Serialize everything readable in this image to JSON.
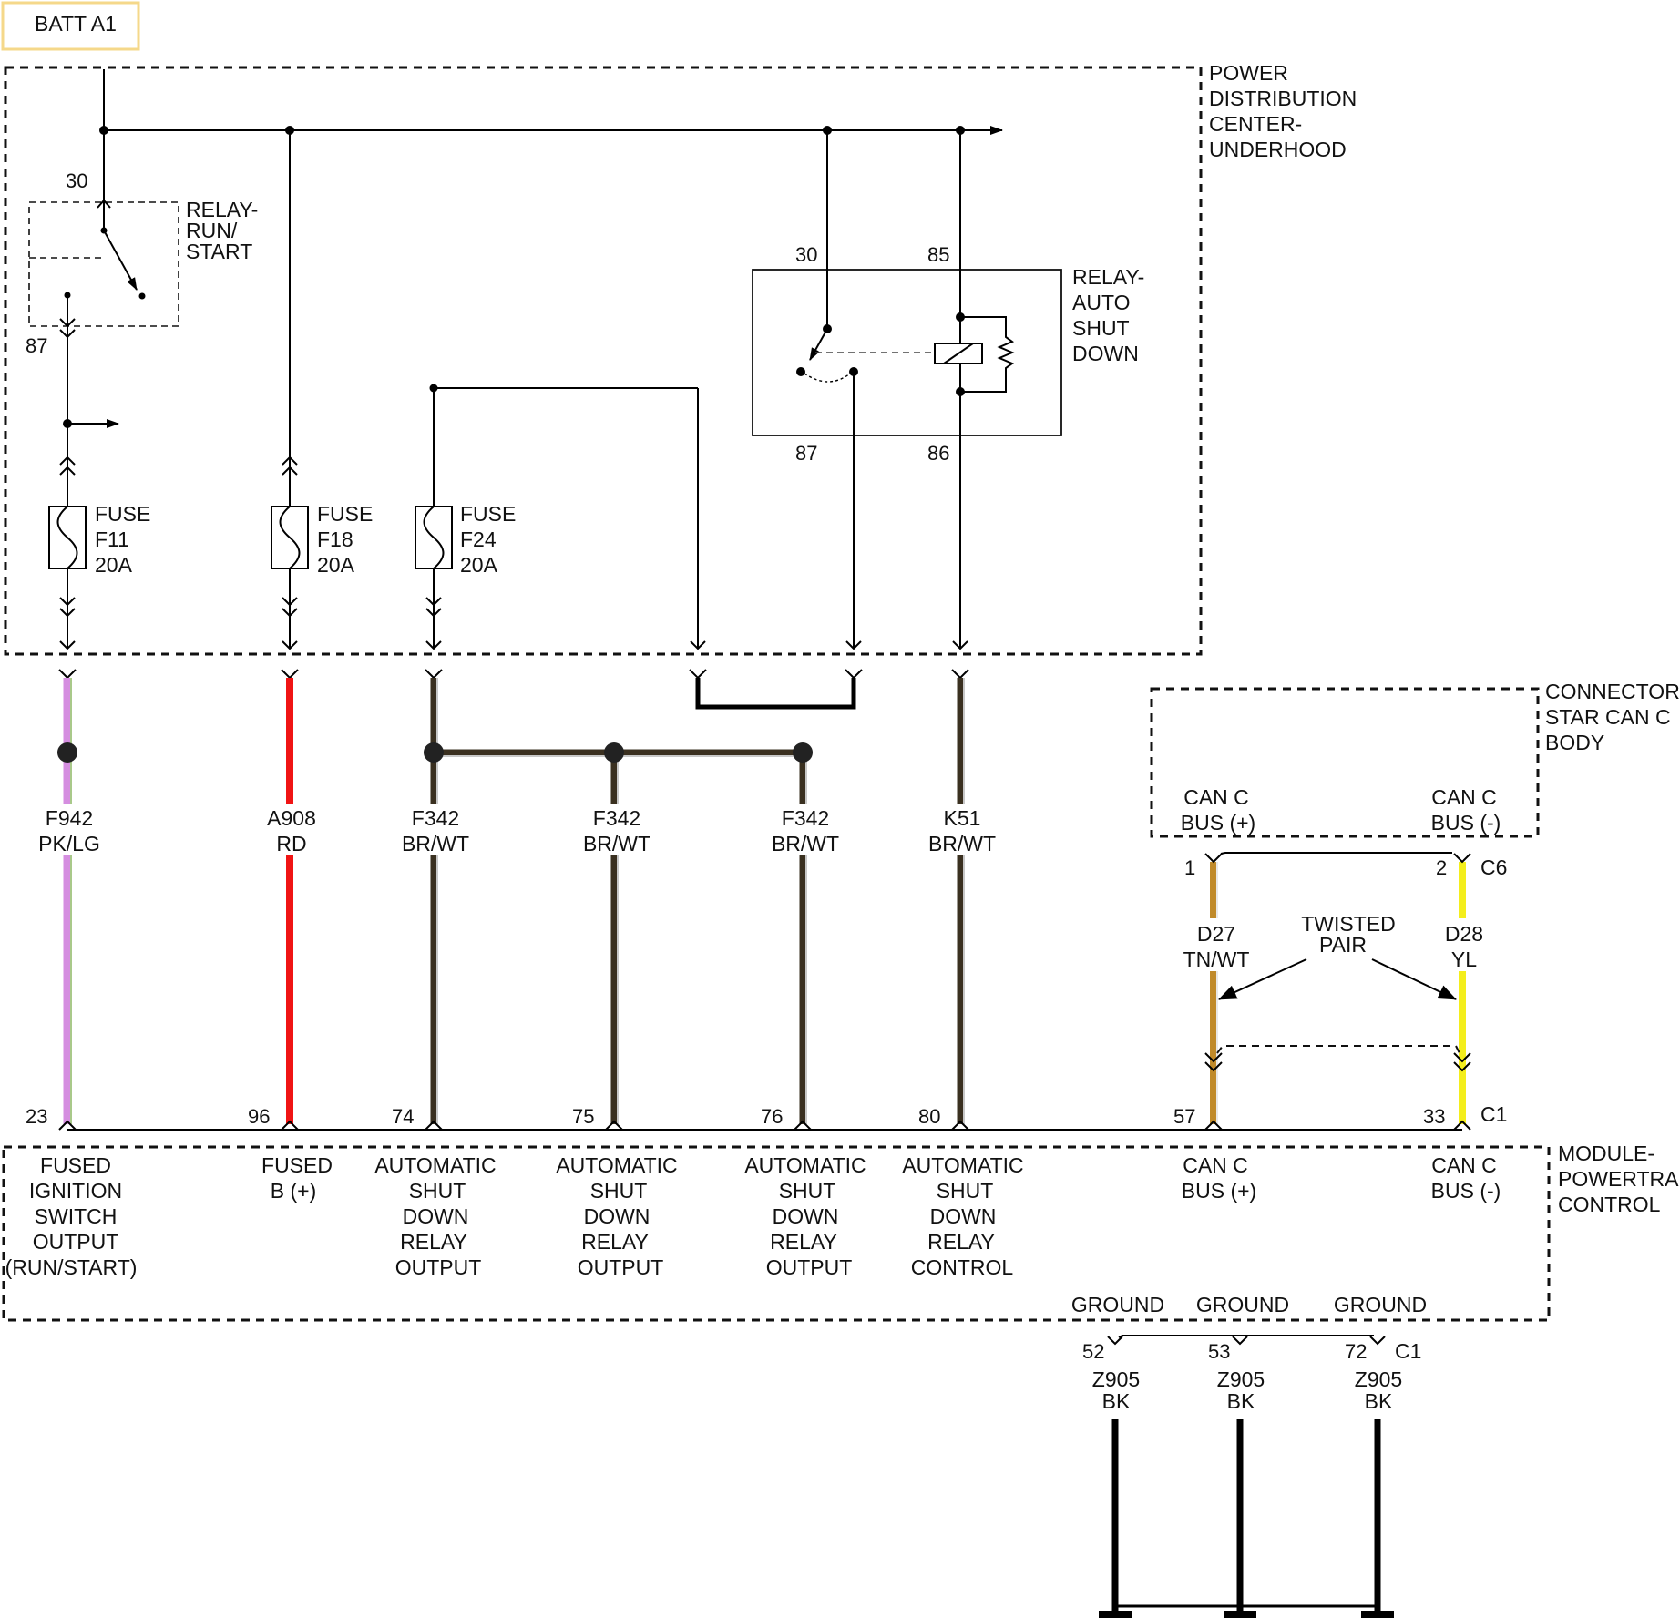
{
  "batt_label": "BATT A1",
  "pdc": {
    "label": [
      "POWER",
      "DISTRIBUTION",
      "CENTER-",
      "UNDERHOOD"
    ]
  },
  "relay_run_start": {
    "label": [
      "RELAY-",
      "RUN/",
      "START"
    ],
    "pin_top": "30",
    "pin_bottom": "87"
  },
  "relay_asd": {
    "label": [
      "RELAY-",
      "AUTO",
      "SHUT",
      "DOWN"
    ],
    "pin_30": "30",
    "pin_85": "85",
    "pin_87": "87",
    "pin_86": "86"
  },
  "fuses": [
    {
      "lines": [
        "FUSE",
        "F11",
        "20A"
      ]
    },
    {
      "lines": [
        "FUSE",
        "F18",
        "20A"
      ]
    },
    {
      "lines": [
        "FUSE",
        "F24",
        "20A"
      ]
    }
  ],
  "wires": [
    {
      "circuit": "F942",
      "color_code": "PK/LG",
      "pin": "23",
      "func": [
        "FUSED",
        "IGNITION",
        "SWITCH",
        "OUTPUT",
        "(RUN/START)"
      ]
    },
    {
      "circuit": "A908",
      "color_code": "RD",
      "pin": "96",
      "func": [
        "FUSED",
        "B (+)"
      ]
    },
    {
      "circuit": "F342",
      "color_code": "BR/WT",
      "pin": "74",
      "func": [
        "AUTOMATIC",
        "SHUT",
        "DOWN",
        "RELAY",
        "OUTPUT"
      ]
    },
    {
      "circuit": "F342",
      "color_code": "BR/WT",
      "pin": "75",
      "func": [
        "AUTOMATIC",
        "SHUT",
        "DOWN",
        "RELAY",
        "OUTPUT"
      ]
    },
    {
      "circuit": "F342",
      "color_code": "BR/WT",
      "pin": "76",
      "func": [
        "AUTOMATIC",
        "SHUT",
        "DOWN",
        "RELAY",
        "OUTPUT"
      ]
    },
    {
      "circuit": "K51",
      "color_code": "BR/WT",
      "pin": "80",
      "func": [
        "AUTOMATIC",
        "SHUT",
        "DOWN",
        "RELAY",
        "CONTROL"
      ]
    }
  ],
  "can": {
    "connector_label": [
      "CONNECTOR-",
      "STAR CAN C",
      "BODY"
    ],
    "plus_label": [
      "CAN C",
      "BUS (+)"
    ],
    "minus_label": [
      "CAN C",
      "BUS (-)"
    ],
    "c6_pin_plus": "1",
    "c6_pin_minus": "2",
    "c6_name": "C6",
    "plus_wire": {
      "circuit": "D27",
      "color_code": "TN/WT"
    },
    "minus_wire": {
      "circuit": "D28",
      "color_code": "YL"
    },
    "twisted": [
      "TWISTED",
      "PAIR"
    ],
    "pcm_pin_plus": "57",
    "pcm_pin_minus": "33",
    "pcm_plus_label": [
      "CAN C",
      "BUS (+)"
    ],
    "pcm_minus_label": [
      "CAN C",
      "BUS (-)"
    ]
  },
  "c1_name": "C1",
  "pcm": {
    "label": [
      "MODULE-",
      "POWERTRAIN",
      "CONTROL"
    ]
  },
  "grounds": [
    {
      "label": "GROUND",
      "pin": "52",
      "circuit": "Z905",
      "color_code": "BK"
    },
    {
      "label": "GROUND",
      "pin": "53",
      "circuit": "Z905",
      "color_code": "BK"
    },
    {
      "label": "GROUND",
      "pin": "72",
      "circuit": "Z905",
      "color_code": "BK"
    }
  ],
  "ground_c1_name": "C1",
  "colors": {
    "pk_lg": "#d58ee0",
    "red": "#f01414",
    "br_wt": "#3a3020",
    "br_wt_stripe": "#c8c8c8",
    "tn_wt": "#c08a2a",
    "yellow": "#f4ee1c",
    "batt_border": "#f5d88a"
  }
}
